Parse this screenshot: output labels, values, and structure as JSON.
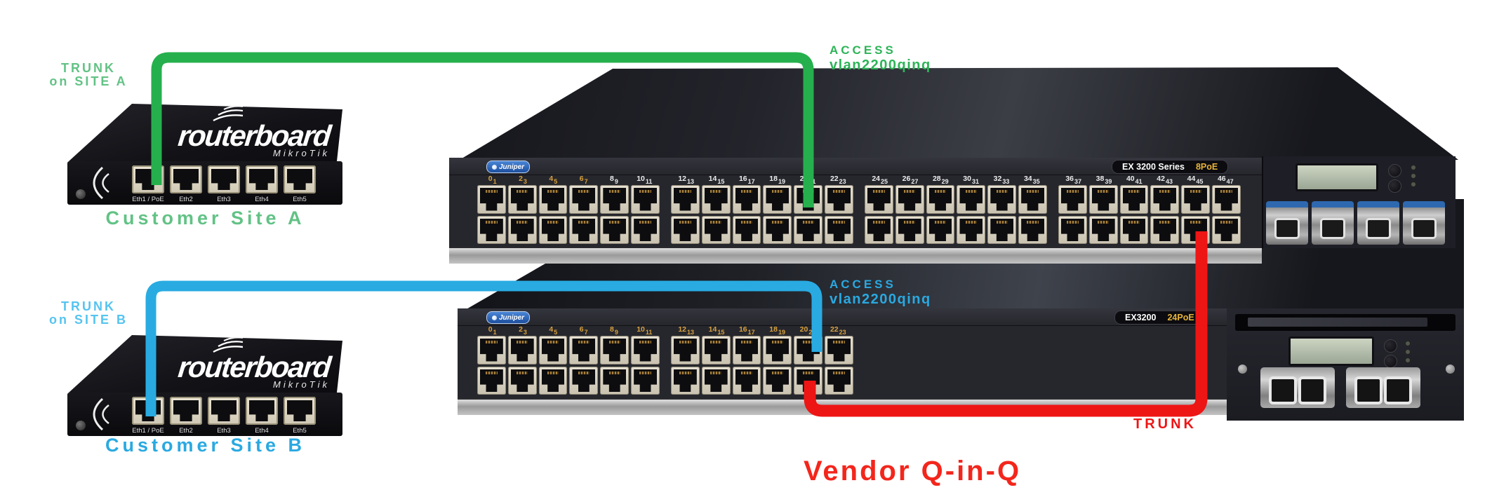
{
  "title": {
    "text": "Vendor Q-in-Q"
  },
  "site_a": {
    "trunk_line1": "TRUNK",
    "trunk_line2": "on SITE A",
    "access_line1": "ACCESS",
    "access_line2": "vlan2200qinq",
    "customer_label": "Customer Site A"
  },
  "site_b": {
    "trunk_line1": "TRUNK",
    "trunk_line2": "on SITE B",
    "access_line1": "ACCESS",
    "access_line2": "vlan2200qinq",
    "customer_label": "Customer Site B"
  },
  "interconnect": {
    "trunk_label": "TRUNK"
  },
  "routerboard": {
    "brand": "routerboard",
    "brand_sub": "MikroTik",
    "port_labels": [
      "Eth1 / PoE",
      "Eth2",
      "Eth3",
      "Eth4",
      "Eth5"
    ]
  },
  "switches": {
    "top": {
      "vendor": "Juniper",
      "model": "EX 3200 Series",
      "poe_badge": "8PoE",
      "gold_pairs": 4,
      "port_pairs": [
        [
          0,
          1
        ],
        [
          2,
          3
        ],
        [
          4,
          5
        ],
        [
          6,
          7
        ],
        [
          8,
          9
        ],
        [
          10,
          11
        ],
        [
          12,
          13
        ],
        [
          14,
          15
        ],
        [
          16,
          17
        ],
        [
          18,
          19
        ],
        [
          20,
          21
        ],
        [
          22,
          23
        ],
        [
          24,
          25
        ],
        [
          26,
          27
        ],
        [
          28,
          29
        ],
        [
          30,
          31
        ],
        [
          32,
          33
        ],
        [
          34,
          35
        ],
        [
          36,
          37
        ],
        [
          38,
          39
        ],
        [
          40,
          41
        ],
        [
          42,
          43
        ],
        [
          44,
          45
        ],
        [
          46,
          47
        ]
      ]
    },
    "bottom": {
      "vendor": "Juniper",
      "model": "EX3200",
      "poe_badge": "24PoE",
      "gold_pairs": 12,
      "port_pairs": [
        [
          0,
          1
        ],
        [
          2,
          3
        ],
        [
          4,
          5
        ],
        [
          6,
          7
        ],
        [
          8,
          9
        ],
        [
          10,
          11
        ],
        [
          12,
          13
        ],
        [
          14,
          15
        ],
        [
          16,
          17
        ],
        [
          18,
          19
        ],
        [
          20,
          21
        ],
        [
          22,
          23
        ]
      ]
    }
  },
  "colors": {
    "green_cable": "#25b04d",
    "green_text": "#62c285",
    "green_access": "#2db457",
    "blue_cable": "#29abe2",
    "blue_text": "#55c4ef",
    "blue_access": "#2aa9e1",
    "red": "#ee1515",
    "title_red": "#f3261c",
    "gold": "#d9a13e"
  }
}
